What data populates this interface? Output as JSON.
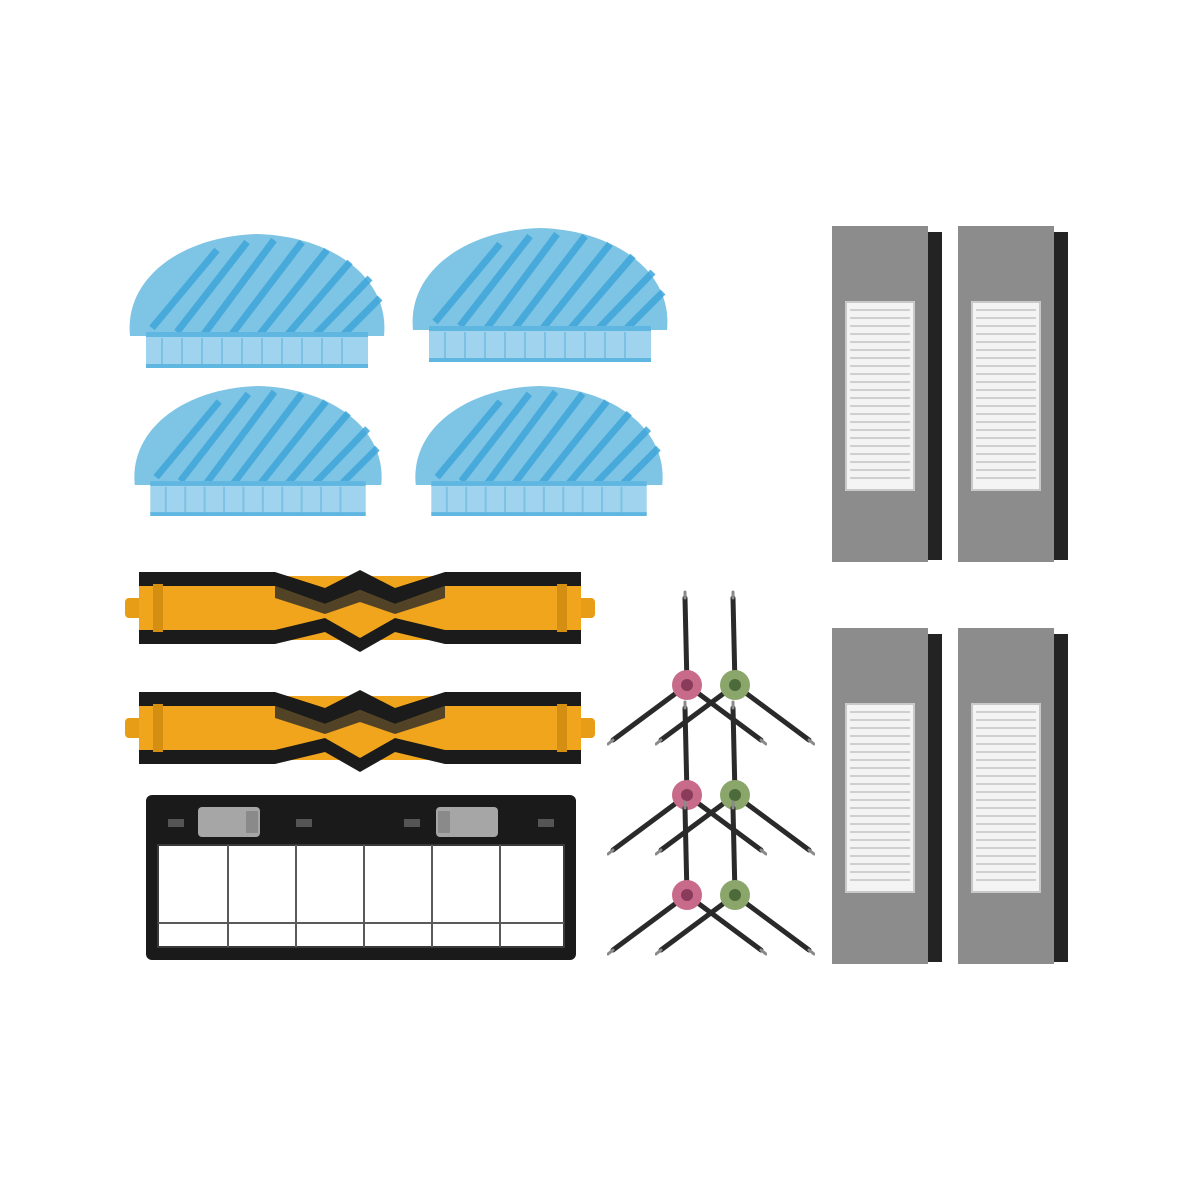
{
  "scene": {
    "background": "#ffffff",
    "colors": {
      "mop_fabric": "#7ec4e4",
      "mop_stripe": "#3fa6da",
      "mop_hem": "#9fd3ee",
      "roller_orange": "#f0a51c",
      "roller_black": "#1b1b1b",
      "filter_frame": "#8c8c8c",
      "filter_media": "#f4f4f4",
      "filter_foam": "#232323",
      "brush_hub_pink": "#c86a8a",
      "brush_hub_green": "#8aa66a",
      "brush_arm": "#2a2a2a",
      "cover_black": "#1a1a1a",
      "cover_latch": "#a6a6a6"
    },
    "items": [
      {
        "name": "mop-pad",
        "count": 4
      },
      {
        "name": "hepa-filter",
        "count": 4
      },
      {
        "name": "main-roller-brush",
        "count": 2
      },
      {
        "name": "side-brush",
        "count": 6
      },
      {
        "name": "brush-cover",
        "count": 1
      }
    ]
  }
}
